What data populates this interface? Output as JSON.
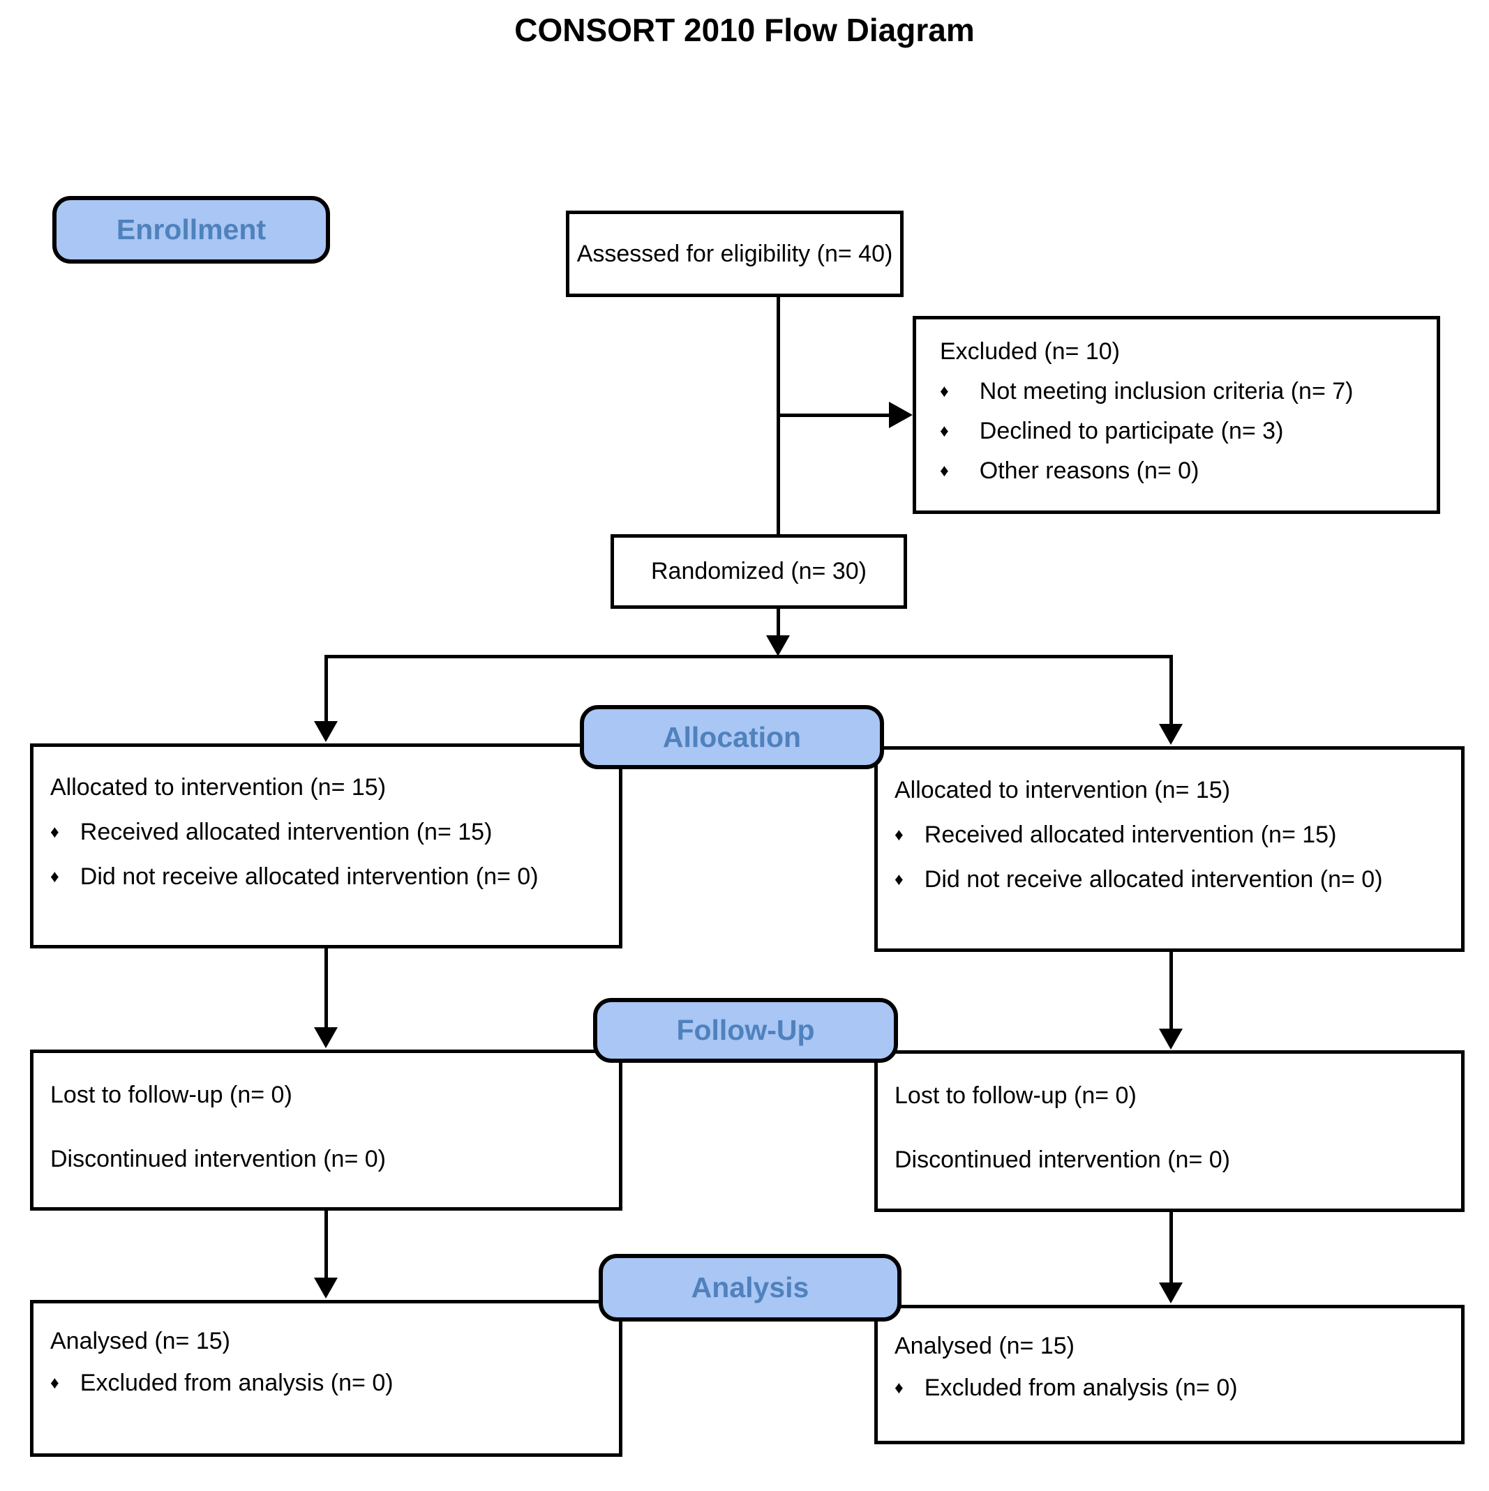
{
  "title": "CONSORT 2010 Flow Diagram",
  "bullet_char": "♦",
  "colors": {
    "pill_fill": "#A9C6F4",
    "pill_text": "#4F81BD",
    "line": "#000000",
    "box_border": "#000000",
    "background": "#FFFFFF"
  },
  "stages": {
    "enrollment_label": "Enrollment",
    "allocation_label": "Allocation",
    "followup_label": "Follow-Up",
    "analysis_label": "Analysis"
  },
  "boxes": {
    "assessed": {
      "text": "Assessed for eligibility (n= 40)"
    },
    "excluded": {
      "title": "Excluded (n= 10)",
      "bullets": [
        "Not meeting inclusion criteria (n= 7)",
        "Declined to participate (n= 3)",
        "Other reasons (n= 0)"
      ]
    },
    "randomized": {
      "text": "Randomized (n= 30)"
    },
    "allocation_left": {
      "title": "Allocated to intervention (n= 15)",
      "bullets": [
        "Received allocated intervention (n= 15)",
        "Did not receive allocated intervention (n= 0)"
      ]
    },
    "allocation_right": {
      "title": "Allocated to intervention (n= 15)",
      "bullets": [
        "Received allocated intervention (n= 15)",
        "Did not receive allocated intervention (n= 0)"
      ]
    },
    "followup_left": {
      "lines": [
        "Lost to follow-up (n= 0)",
        "Discontinued intervention (n= 0)"
      ]
    },
    "followup_right": {
      "lines": [
        "Lost to follow-up (n= 0)",
        "Discontinued intervention (n= 0)"
      ]
    },
    "analysis_left": {
      "title": "Analysed (n= 15)",
      "bullets": [
        "Excluded from analysis (n= 0)"
      ]
    },
    "analysis_right": {
      "title": "Analysed (n= 15)",
      "bullets": [
        "Excluded from analysis (n= 0)"
      ]
    }
  }
}
